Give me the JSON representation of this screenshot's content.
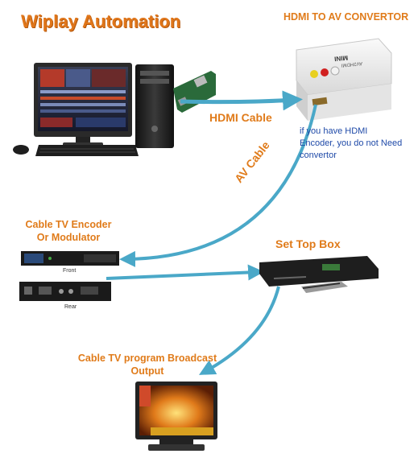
{
  "title": "Wiplay Automation",
  "convertor": {
    "title": "HDMI TO AV CONVERTOR",
    "brand": "MINI",
    "model": "AV2HDMI"
  },
  "cables": {
    "hdmi": "HDMI Cable",
    "av": "AV Cable"
  },
  "note": "if you have HDMI Encoder, you do not Need convertor",
  "encoder": {
    "title": "Cable TV Encoder Or Modulator",
    "front": "Front",
    "rear": "Rear"
  },
  "settop": {
    "title": "Set Top Box"
  },
  "broadcast": {
    "title": "Cable TV program  Broadcast Output"
  },
  "colors": {
    "title": "#e0761a",
    "labels": "#e07b1a",
    "note": "#1f4aa8",
    "cable": "#4aa8c8"
  }
}
